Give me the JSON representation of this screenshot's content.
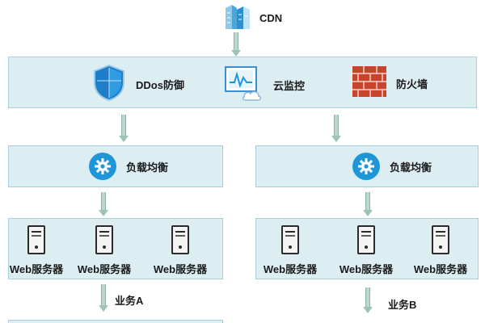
{
  "cdn": {
    "label": "CDN",
    "icon": "cdn-building-icon"
  },
  "security": {
    "items": [
      {
        "label": "DDos防御",
        "icon": "shield-icon"
      },
      {
        "label": "云监控",
        "icon": "monitor-chart-icon"
      },
      {
        "label": "防火墙",
        "icon": "brick-wall-icon"
      }
    ]
  },
  "left": {
    "lb_label": "负载均衡",
    "servers": [
      "Web服务器",
      "Web服务器",
      "Web服务器"
    ],
    "biz_label": "业务A"
  },
  "right": {
    "lb_label": "负载均衡",
    "servers": [
      "Web服务器",
      "Web服务器",
      "Web服务器"
    ],
    "biz_label": "业务B"
  },
  "colors": {
    "panel_bg": "#ddeef3",
    "panel_border": "#a9cfdd",
    "accent_blue": "#1e96d8",
    "arrow": "#b9d8cf"
  }
}
